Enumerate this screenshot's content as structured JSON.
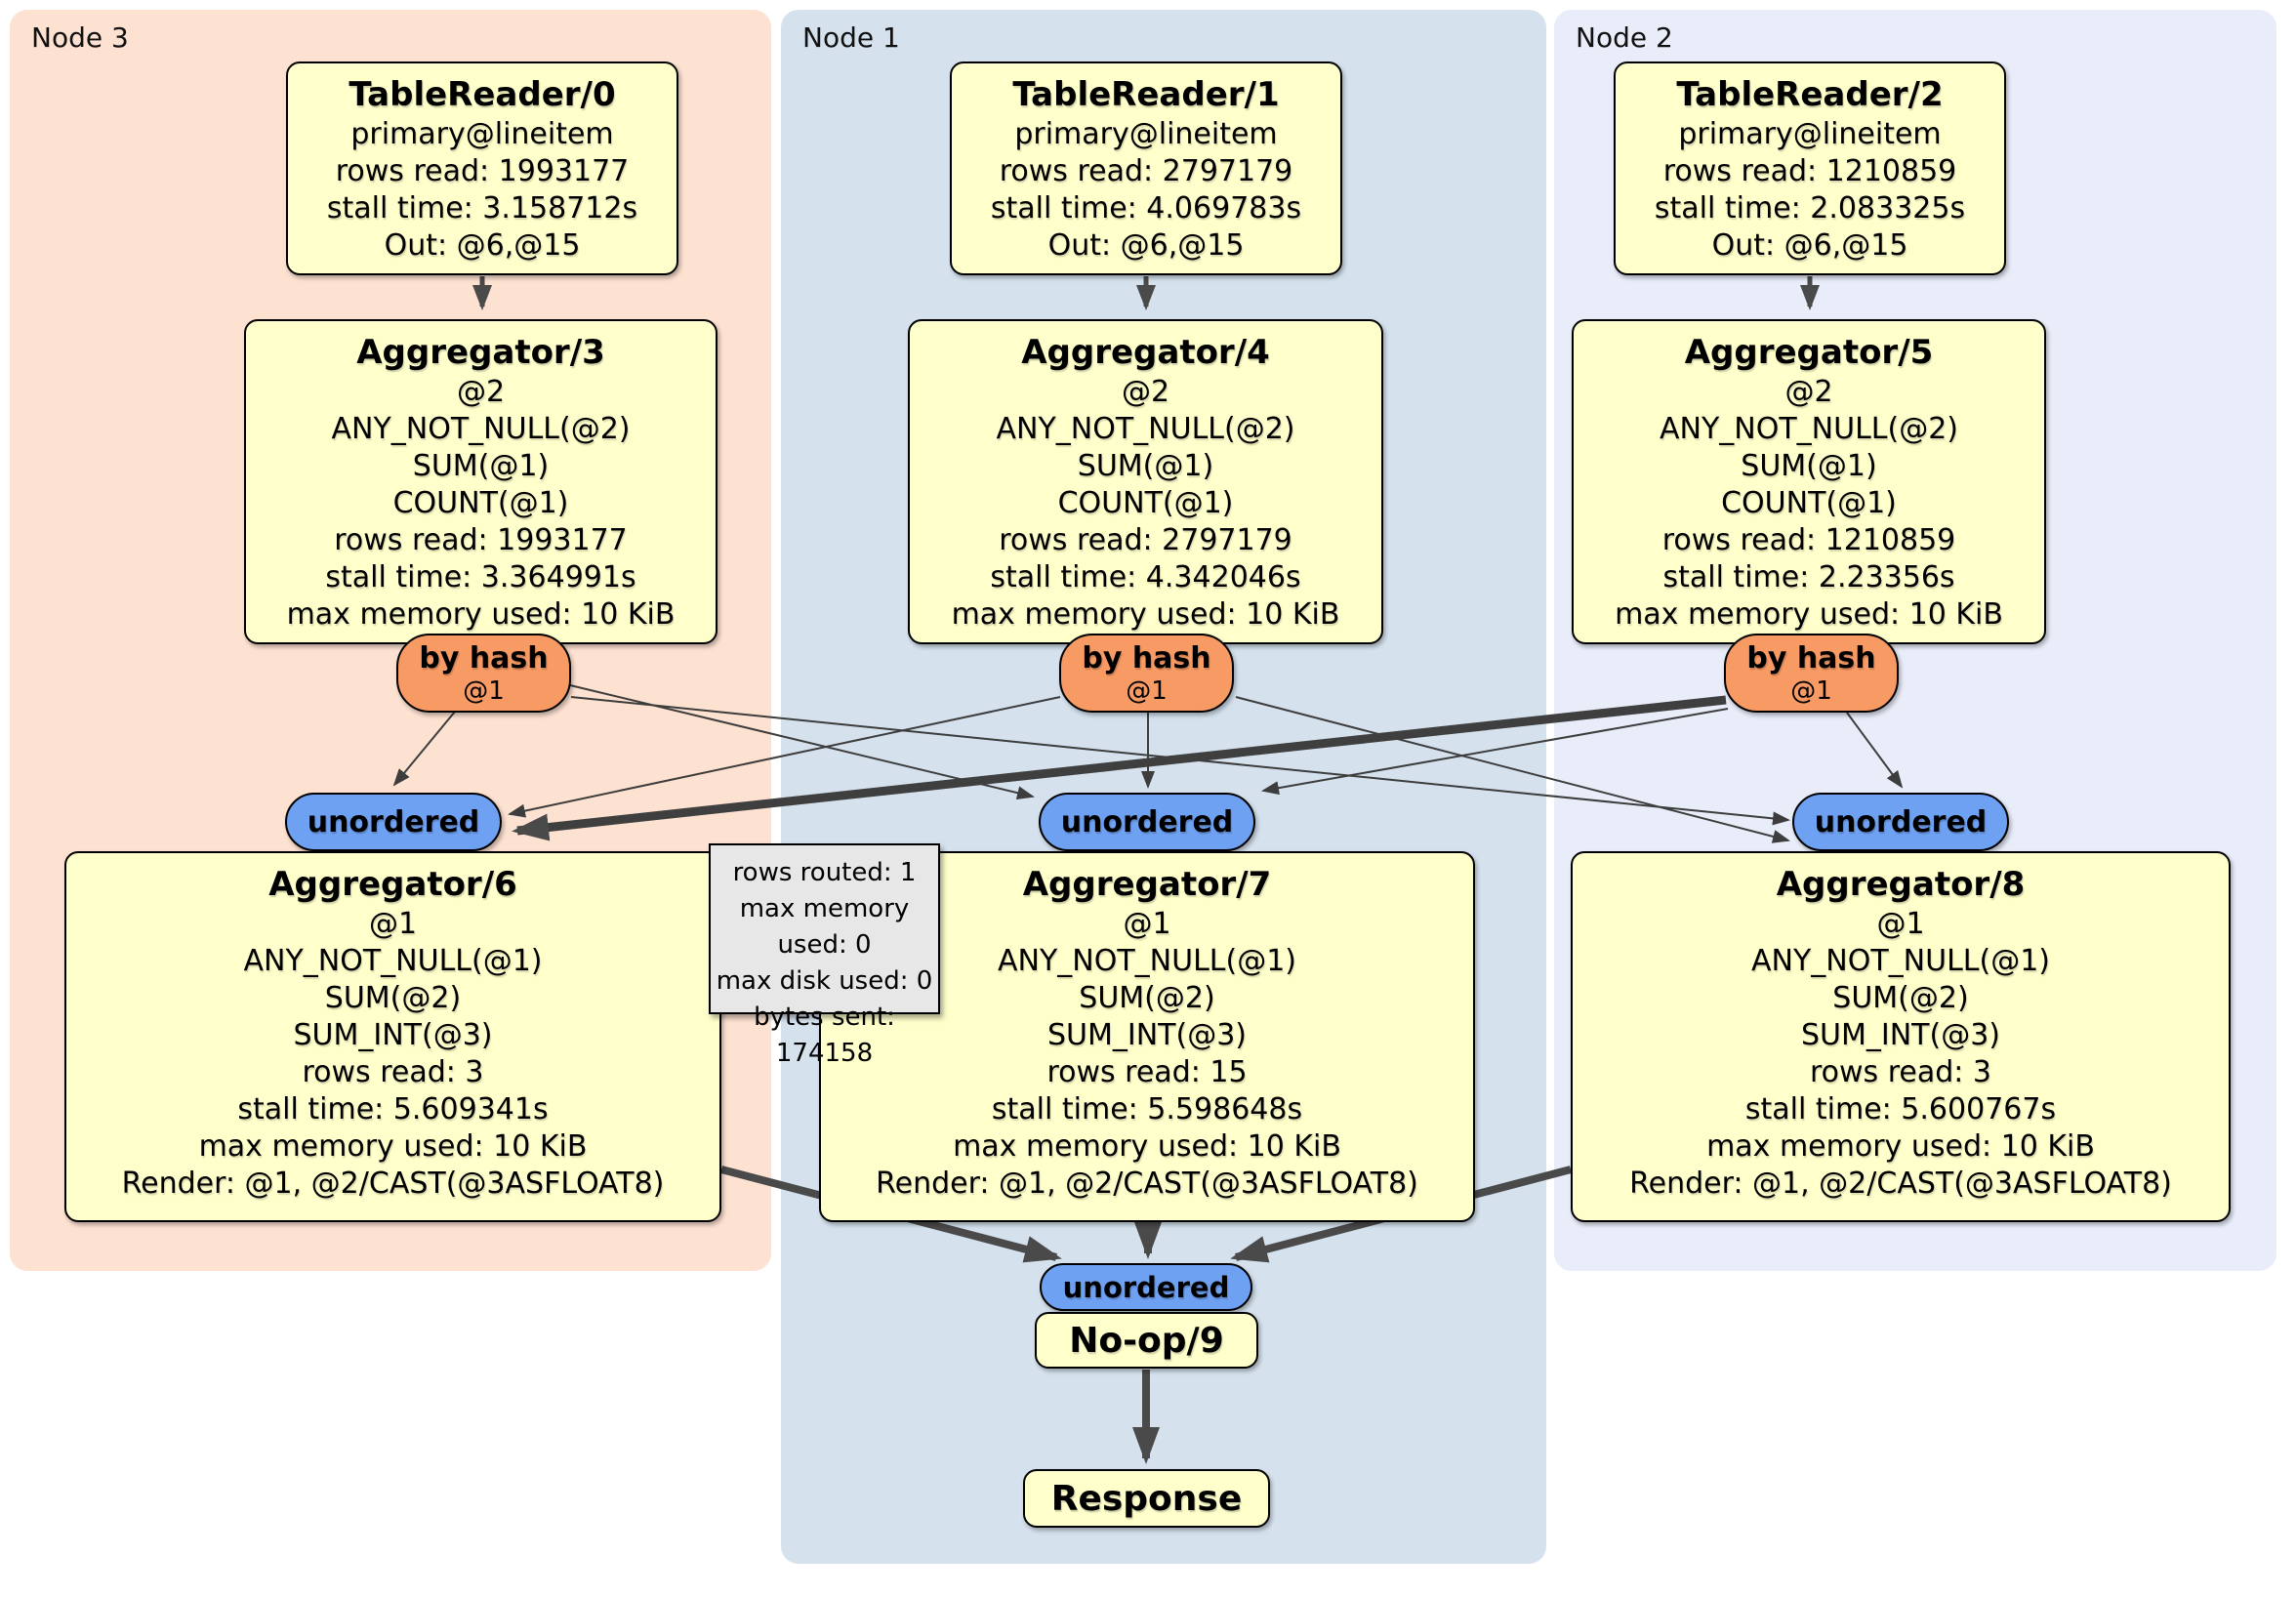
{
  "panels": [
    {
      "id": "node3",
      "label": "Node 3"
    },
    {
      "id": "node1",
      "label": "Node 1"
    },
    {
      "id": "node2",
      "label": "Node 2"
    }
  ],
  "processors": {
    "tr0": {
      "title": "TableReader/0",
      "lines": [
        "primary@lineitem",
        "rows read: 1993177",
        "stall time: 3.158712s",
        "Out: @6,@15"
      ]
    },
    "tr1": {
      "title": "TableReader/1",
      "lines": [
        "primary@lineitem",
        "rows read: 2797179",
        "stall time: 4.069783s",
        "Out: @6,@15"
      ]
    },
    "tr2": {
      "title": "TableReader/2",
      "lines": [
        "primary@lineitem",
        "rows read: 1210859",
        "stall time: 2.083325s",
        "Out: @6,@15"
      ]
    },
    "agg3": {
      "title": "Aggregator/3",
      "lines": [
        "@2",
        "ANY_NOT_NULL(@2)",
        "SUM(@1)",
        "COUNT(@1)",
        "rows read: 1993177",
        "stall time: 3.364991s",
        "max memory used: 10 KiB"
      ]
    },
    "agg4": {
      "title": "Aggregator/4",
      "lines": [
        "@2",
        "ANY_NOT_NULL(@2)",
        "SUM(@1)",
        "COUNT(@1)",
        "rows read: 2797179",
        "stall time: 4.342046s",
        "max memory used: 10 KiB"
      ]
    },
    "agg5": {
      "title": "Aggregator/5",
      "lines": [
        "@2",
        "ANY_NOT_NULL(@2)",
        "SUM(@1)",
        "COUNT(@1)",
        "rows read: 1210859",
        "stall time: 2.23356s",
        "max memory used: 10 KiB"
      ]
    },
    "agg6": {
      "title": "Aggregator/6",
      "lines": [
        "@1",
        "ANY_NOT_NULL(@1)",
        "SUM(@2)",
        "SUM_INT(@3)",
        "rows read: 3",
        "stall time: 5.609341s",
        "max memory used: 10 KiB",
        "Render: @1, @2/CAST(@3ASFLOAT8)"
      ]
    },
    "agg7": {
      "title": "Aggregator/7",
      "lines": [
        "@1",
        "ANY_NOT_NULL(@1)",
        "SUM(@2)",
        "SUM_INT(@3)",
        "rows read: 15",
        "stall time: 5.598648s",
        "max memory used: 10 KiB",
        "Render: @1, @2/CAST(@3ASFLOAT8)"
      ]
    },
    "agg8": {
      "title": "Aggregator/8",
      "lines": [
        "@1",
        "ANY_NOT_NULL(@1)",
        "SUM(@2)",
        "SUM_INT(@3)",
        "rows read: 3",
        "stall time: 5.600767s",
        "max memory used: 10 KiB",
        "Render: @1, @2/CAST(@3ASFLOAT8)"
      ]
    },
    "noop": {
      "title": "No-op/9"
    },
    "response": {
      "title": "Response"
    }
  },
  "router": {
    "label": "by hash",
    "key": "@1"
  },
  "sync": {
    "label": "unordered"
  },
  "tooltip": {
    "lines": [
      "rows routed: 1",
      "max memory used: 0",
      "max disk used: 0",
      "bytes sent: 174158"
    ]
  },
  "colors": {
    "node3_panel": "#fde1d1",
    "node1_panel": "#d5e2ee",
    "node2_panel": "#e9edf9",
    "processor_fill": "#ffffcc",
    "router_fill": "#f89a64",
    "sync_fill": "#6fa1f3",
    "tooltip_fill": "#e7e7e7",
    "edge": "#3d3d3d"
  }
}
